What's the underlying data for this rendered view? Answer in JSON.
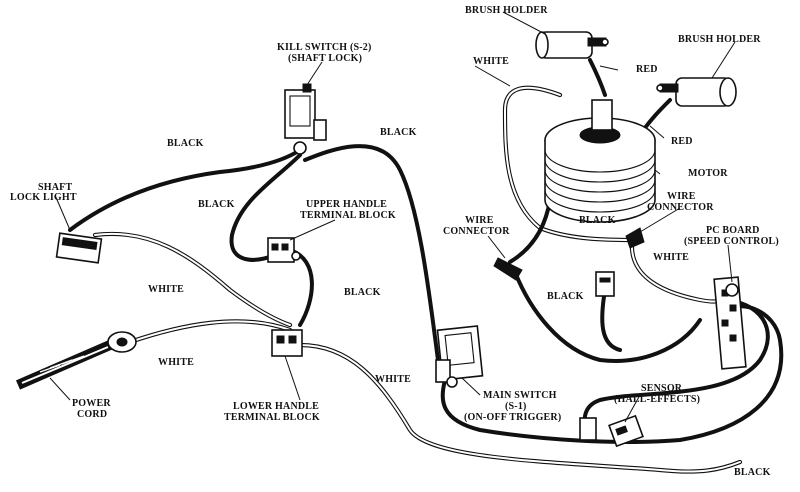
{
  "labels": {
    "brush_holder_top": "BRUSH HOLDER",
    "brush_holder_right": "BRUSH HOLDER",
    "white_top": "WHITE",
    "red_1": "RED",
    "red_2": "RED",
    "kill_switch_1": "KILL SWITCH (S-2)",
    "kill_switch_2": "(SHAFT LOCK)",
    "black_kill": "BLACK",
    "black_center": "BLACK",
    "motor": "MOTOR",
    "shaft_lock_1": "SHAFT",
    "shaft_lock_2": "LOCK LIGHT",
    "black_upper_left": "BLACK",
    "upper_block_1": "UPPER HANDLE",
    "upper_block_2": "TERMINAL BLOCK",
    "wire_connector_right_1": "WIRE",
    "wire_connector_right_2": "CONNECTOR",
    "black_motor": "BLACK",
    "wire_connector_left_1": "WIRE",
    "wire_connector_left_2": "CONNECTOR",
    "pc_board_1": "PC BOARD",
    "pc_board_2": "(SPEED CONTROL)",
    "white_pc": "WHITE",
    "white_left": "WHITE",
    "black_mid": "BLACK",
    "black_right_mid": "BLACK",
    "white_power": "WHITE",
    "white_bottom": "WHITE",
    "power_cord_1": "POWER",
    "power_cord_2": "CORD",
    "lower_block_1": "LOWER HANDLE",
    "lower_block_2": "TERMINAL BLOCK",
    "main_switch_1": "MAIN SWITCH",
    "main_switch_2": "(S-1)",
    "main_switch_3": "(ON-OFF TRIGGER)",
    "sensor_1": "SENSOR",
    "sensor_2": "(HALL-EFFECTS)",
    "black_bottom_right": "BLACK"
  }
}
